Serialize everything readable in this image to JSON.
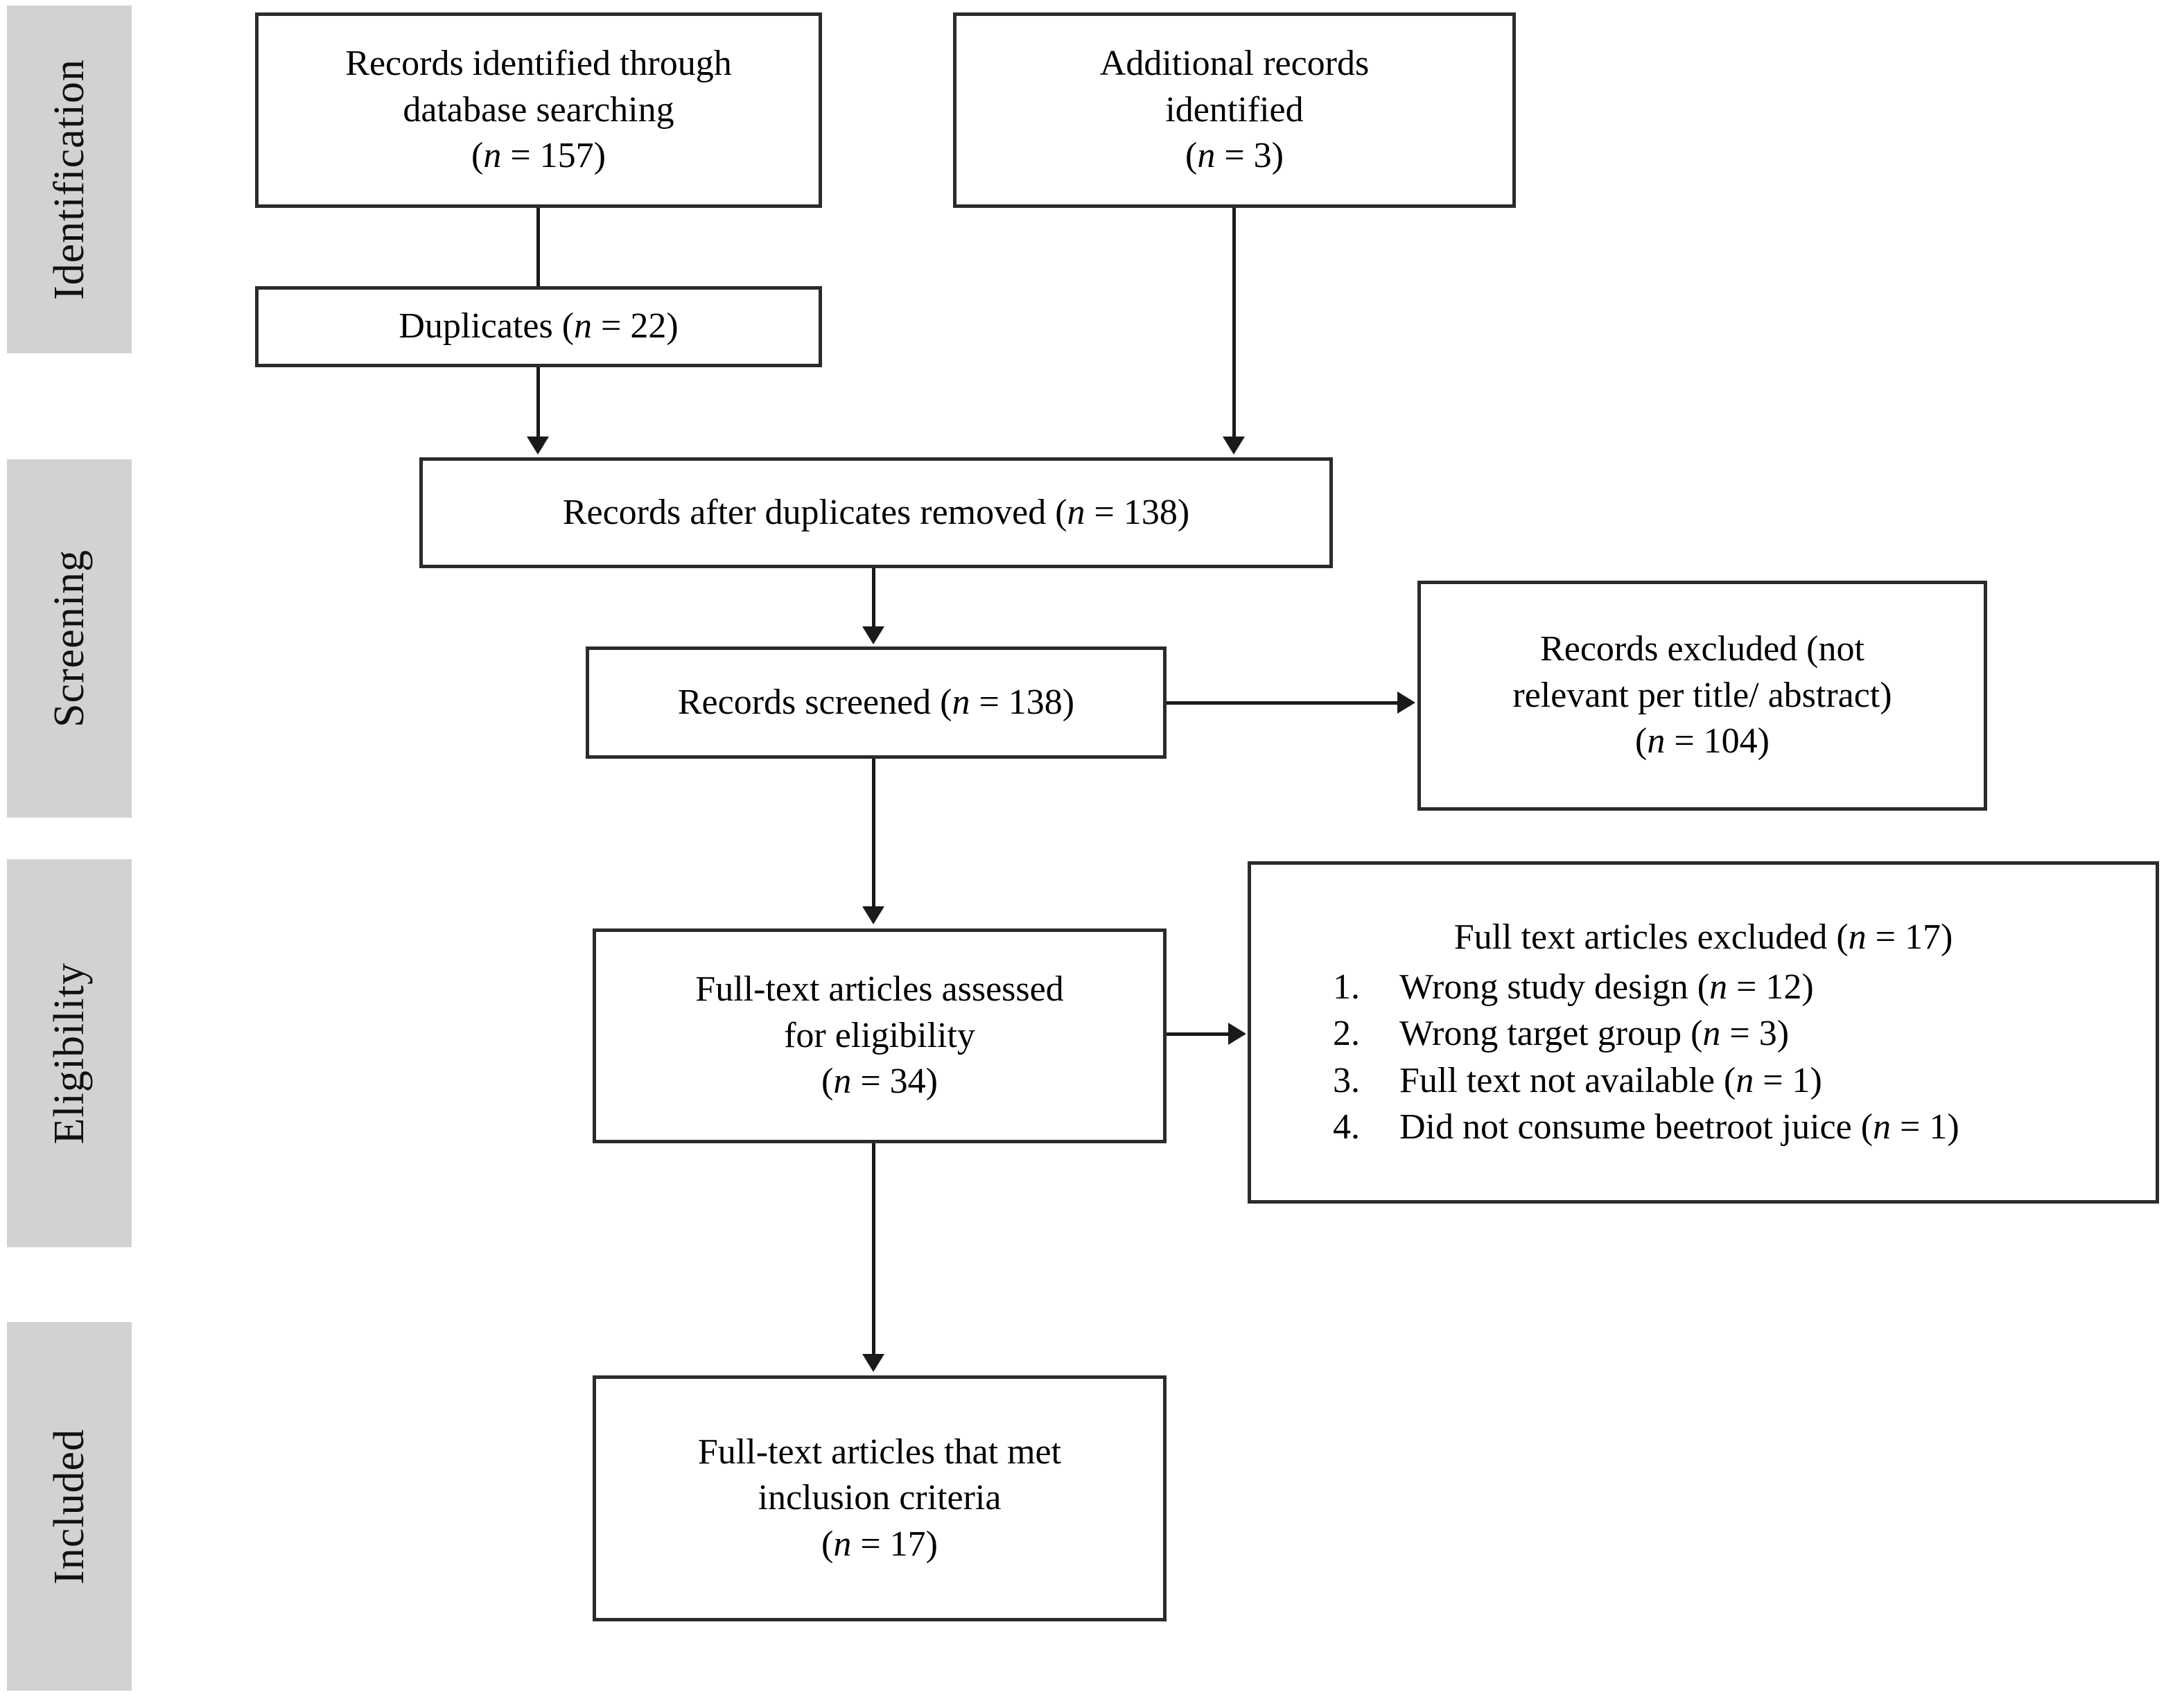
{
  "diagram": {
    "title": "PRISMA study selection flow diagram",
    "type": "prisma-flow",
    "colors": {
      "stage_bar": "#d2d2d2",
      "box_border": "#2b2b2b",
      "line": "#1a1a1a",
      "background": "#ffffff"
    }
  },
  "stages": [
    {
      "id": "identification",
      "label": "Identification"
    },
    {
      "id": "screening",
      "label": "Screening"
    },
    {
      "id": "eligibility",
      "label": "Eligibility"
    },
    {
      "id": "included",
      "label": "Included"
    }
  ],
  "boxes": {
    "records_identified": {
      "line1": "Records identified through",
      "line2": "database searching",
      "count_open": "(",
      "count_n": "n",
      "count_rest": " = 157)",
      "n": 157
    },
    "additional_records": {
      "line1": "Additional records",
      "line2": "identified",
      "count_open": "(",
      "count_n": "n",
      "count_rest": " = 3)",
      "n": 3
    },
    "duplicates": {
      "pre": "Duplicates (",
      "n_italic": "n",
      "post": " = 22)",
      "n": 22
    },
    "records_after_duplicates": {
      "pre": "Records after duplicates removed (",
      "n_italic": "n",
      "post": " = 138)",
      "n": 138
    },
    "records_screened": {
      "pre": "Records screened (",
      "n_italic": "n",
      "post": " = 138)",
      "n": 138
    },
    "records_excluded": {
      "line1": "Records excluded (not",
      "line2": "relevant per title/ abstract)",
      "count_open": "(",
      "count_n": "n",
      "count_rest": " = 104)",
      "n": 104
    },
    "fulltext_assessed": {
      "line1": "Full-text articles assessed",
      "line2": "for eligibility",
      "count_open": "(",
      "count_n": "n",
      "count_rest": " = 34)",
      "n": 34
    },
    "fulltext_excluded": {
      "heading_pre": "Full text articles excluded (",
      "heading_n": "n",
      "heading_post": " = 17)",
      "n": 17,
      "reasons": [
        {
          "num": "1.",
          "pre": "Wrong study design (",
          "n_italic": "n",
          "post": " = 12)",
          "n": 12
        },
        {
          "num": "2.",
          "pre": "Wrong target group (",
          "n_italic": "n",
          "post": " = 3)",
          "n": 3
        },
        {
          "num": "3.",
          "pre": "Full text not available (",
          "n_italic": "n",
          "post": " = 1)",
          "n": 1
        },
        {
          "num": "4.",
          "pre": "Did not consume beetroot juice (",
          "n_italic": "n",
          "post": " = 1)",
          "n": 1
        }
      ]
    },
    "included_final": {
      "line1": "Full-text articles that met",
      "line2": "inclusion criteria",
      "count_open": "(",
      "count_n": "n",
      "count_rest": " = 17)",
      "n": 17
    }
  },
  "chart_data": {
    "type": "diagram",
    "title": "PRISMA flow of study selection",
    "nodes": [
      {
        "id": "records_identified",
        "stage": "Identification",
        "label": "Records identified through database searching",
        "n": 157
      },
      {
        "id": "additional_records",
        "stage": "Identification",
        "label": "Additional records identified",
        "n": 3
      },
      {
        "id": "duplicates",
        "stage": "Identification",
        "label": "Duplicates",
        "n": 22
      },
      {
        "id": "records_after_duplicates",
        "stage": "Screening",
        "label": "Records after duplicates removed",
        "n": 138
      },
      {
        "id": "records_screened",
        "stage": "Screening",
        "label": "Records screened",
        "n": 138
      },
      {
        "id": "records_excluded",
        "stage": "Screening",
        "label": "Records excluded (not relevant per title/ abstract)",
        "n": 104
      },
      {
        "id": "fulltext_assessed",
        "stage": "Eligibility",
        "label": "Full-text articles assessed for eligibility",
        "n": 34
      },
      {
        "id": "fulltext_excluded",
        "stage": "Eligibility",
        "label": "Full text articles excluded",
        "n": 17
      },
      {
        "id": "included_final",
        "stage": "Included",
        "label": "Full-text articles that met inclusion criteria",
        "n": 17
      }
    ],
    "edges": [
      {
        "from": "records_identified",
        "to": "duplicates"
      },
      {
        "from": "duplicates",
        "to": "records_after_duplicates"
      },
      {
        "from": "additional_records",
        "to": "records_after_duplicates"
      },
      {
        "from": "records_after_duplicates",
        "to": "records_screened"
      },
      {
        "from": "records_screened",
        "to": "records_excluded"
      },
      {
        "from": "records_screened",
        "to": "fulltext_assessed"
      },
      {
        "from": "fulltext_assessed",
        "to": "fulltext_excluded"
      },
      {
        "from": "fulltext_assessed",
        "to": "included_final"
      }
    ]
  }
}
